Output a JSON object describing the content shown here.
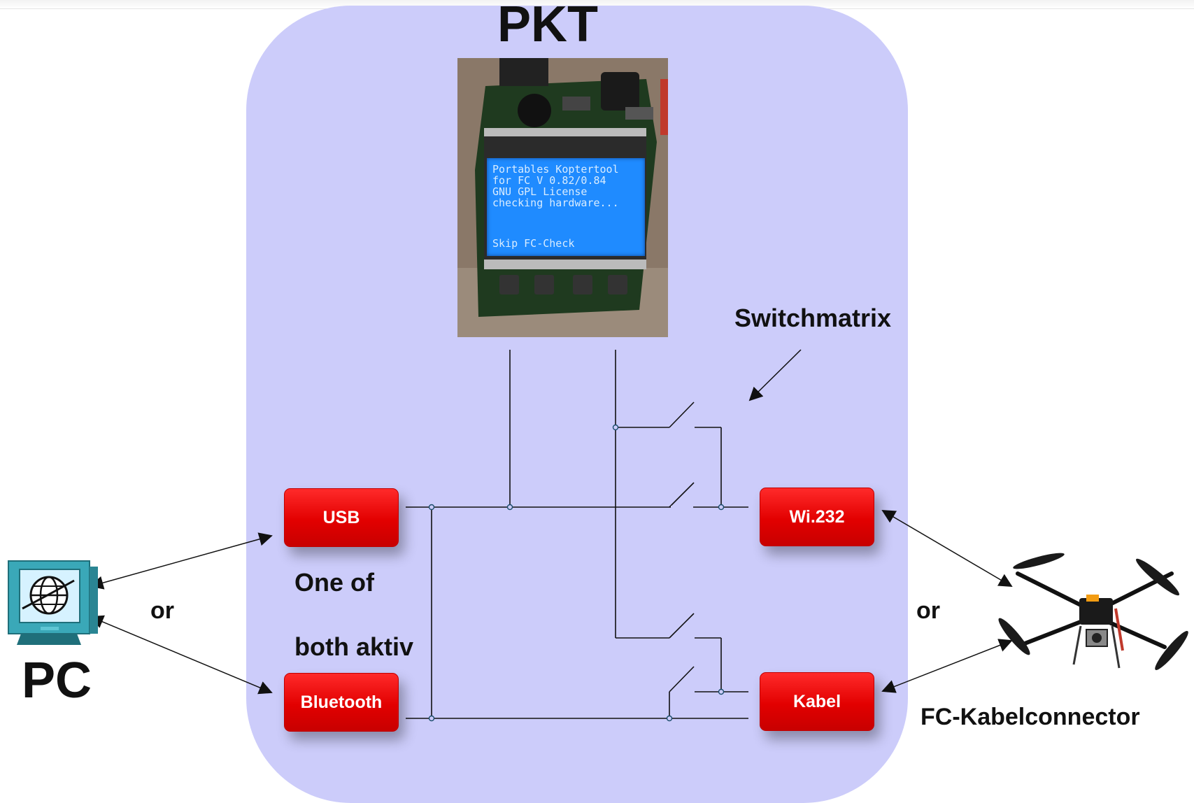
{
  "title": "PKT",
  "pc_label": "PC",
  "switchmatrix_label": "Switchmatrix",
  "note_line1": "One of",
  "note_line2": "both aktiv",
  "or_left": "or",
  "or_right": "or",
  "fc_label": "FC-Kabelconnector",
  "nodes": {
    "usb": "USB",
    "bluetooth": "Bluetooth",
    "wi232": "Wi.232",
    "kabel": "Kabel"
  },
  "lcd": {
    "line1": "Portables Koptertool",
    "line2": "for FC V  0.82/0.84",
    "line3": "GNU GPL License",
    "line4": "checking hardware...",
    "line5": "Skip FC-Check"
  },
  "colors": {
    "panel": "#ccccfa",
    "node_red": "#e20000",
    "lcd_blue": "#1f8bff"
  }
}
